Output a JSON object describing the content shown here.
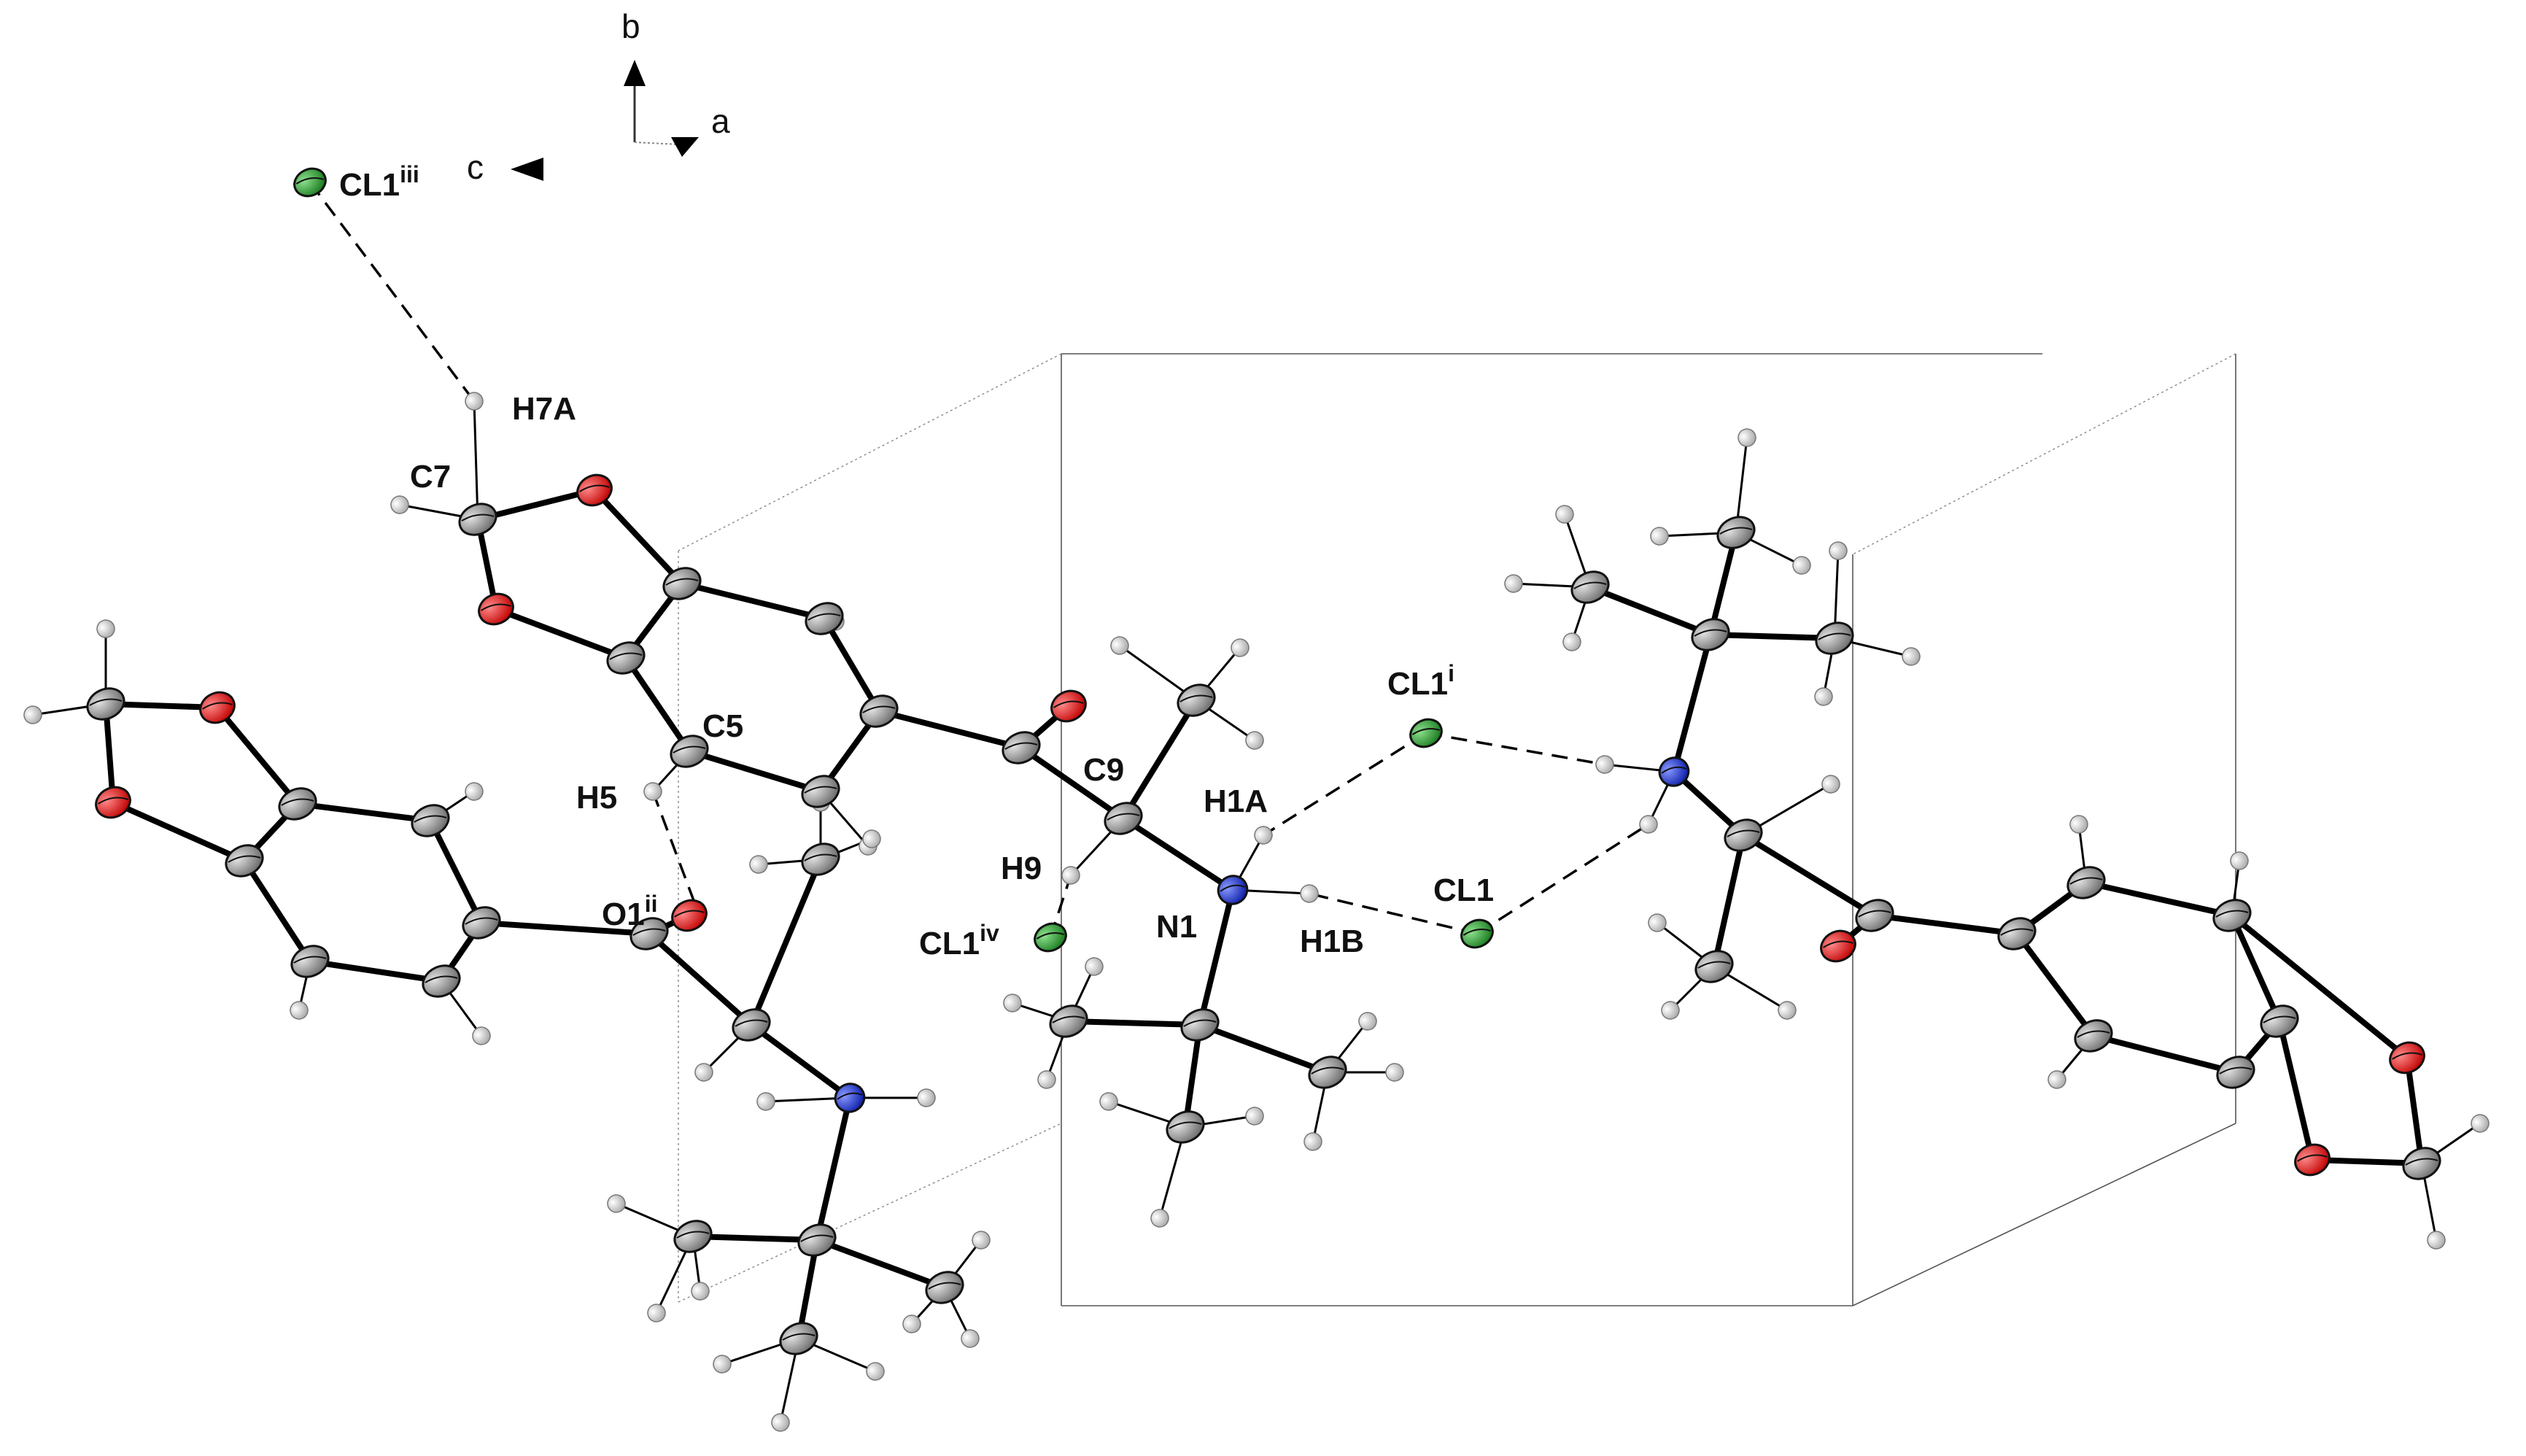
{
  "figure": {
    "axes": {
      "a": "a",
      "b": "b",
      "c": "c"
    },
    "atom_colors": {
      "C": "#8a8a8a",
      "O": "#e01818",
      "N": "#1a2cc8",
      "Cl": "#22962a",
      "H": "#d8d8d8"
    },
    "labels": {
      "cl1_iii": {
        "base": "CL1",
        "sup": "iii"
      },
      "h7a": {
        "base": "H7A"
      },
      "c7": {
        "base": "C7"
      },
      "c5": {
        "base": "C5"
      },
      "h5": {
        "base": "H5"
      },
      "o1_ii": {
        "base": "O1",
        "sup": "ii"
      },
      "c9": {
        "base": "C9"
      },
      "h9": {
        "base": "H9"
      },
      "cl1_iv": {
        "base": "CL1",
        "sup": "iv"
      },
      "n1": {
        "base": "N1"
      },
      "h1a": {
        "base": "H1A"
      },
      "h1b": {
        "base": "H1B"
      },
      "cl1_i": {
        "base": "CL1",
        "sup": "i"
      },
      "cl1": {
        "base": "CL1"
      }
    }
  }
}
